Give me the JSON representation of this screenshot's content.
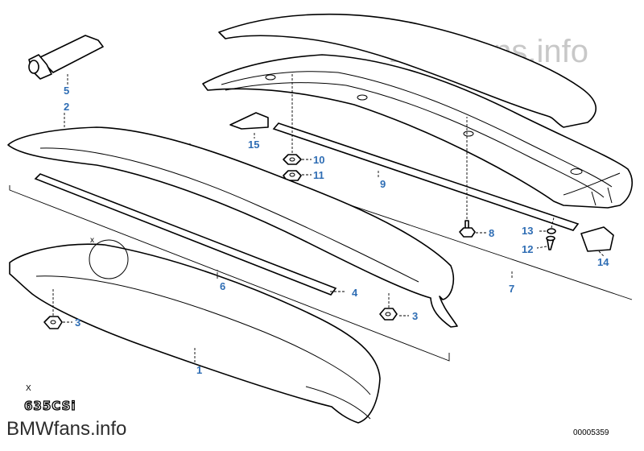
{
  "watermark_top": "BMWfans.info",
  "watermark_bottom": "BMWfans.info",
  "diagram_code": "00005359",
  "detail_marker_x_top": "x",
  "detail_marker_x_bottom": "X",
  "emblem_text": "635CSi",
  "callouts": {
    "c1": "1",
    "c2": "2",
    "c3a": "3",
    "c3b": "3",
    "c4": "4",
    "c5": "5",
    "c6": "6",
    "c7": "7",
    "c8": "8",
    "c9": "9",
    "c10": "10",
    "c11": "11",
    "c12": "12",
    "c13": "13",
    "c14": "14",
    "c15": "15"
  }
}
